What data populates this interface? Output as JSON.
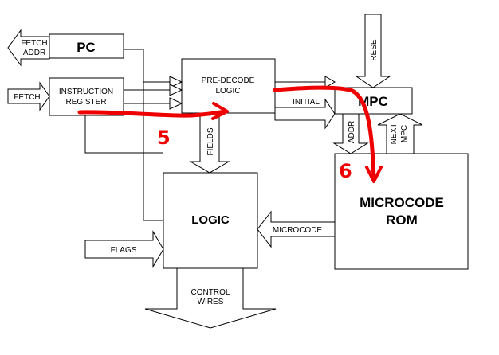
{
  "blocks": {
    "pc": "PC",
    "instruction_register": [
      "INSTRUCTION",
      "REGISTER"
    ],
    "pre_decode_logic": [
      "PRE-DECODE",
      "LOGIC"
    ],
    "mpc": "MPC",
    "logic": "LOGIC",
    "microcode_rom": [
      "MICROCODE",
      "ROM"
    ]
  },
  "signals": {
    "fetch_addr": [
      "FETCH",
      "ADDR"
    ],
    "fetch": "FETCH",
    "reset": "RESET",
    "initial": "INITIAL",
    "fields": "FIELDS",
    "addr": "ADDR",
    "next_mpc": [
      "NEXT",
      "MPC"
    ],
    "microcode": "MICROCODE",
    "flags": "FLAGS",
    "control_wires": [
      "CONTROL",
      "WIRES"
    ]
  },
  "annotations": {
    "step_5": "5",
    "step_6": "6",
    "ink_color": "#ee0000"
  }
}
